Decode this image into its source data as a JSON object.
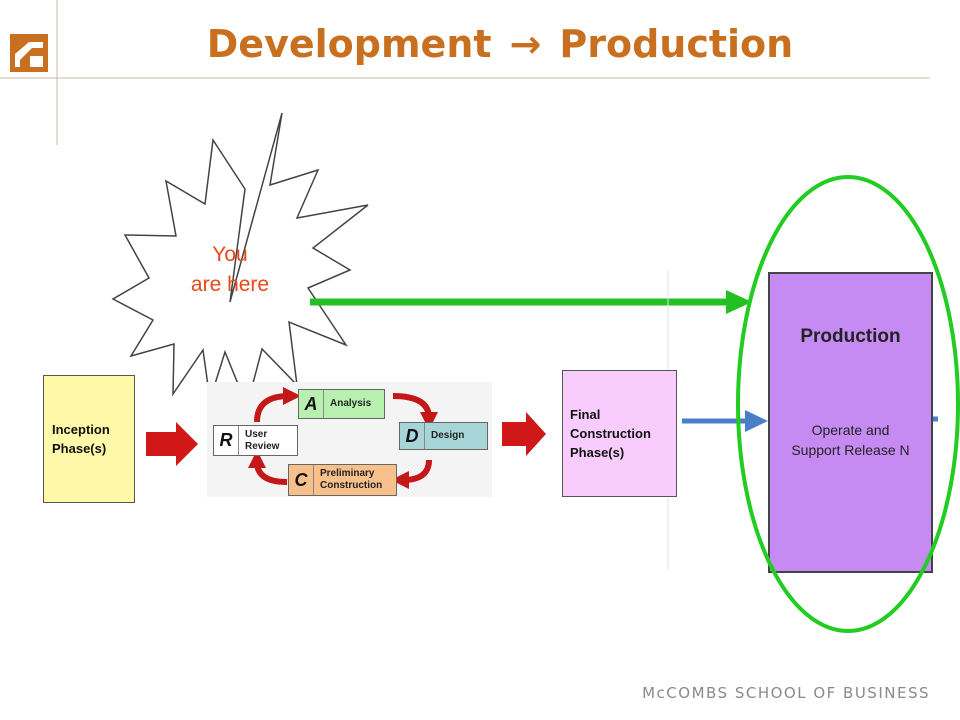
{
  "header": {
    "title_left": "Development",
    "title_arrow": "→",
    "title_right": "Production"
  },
  "phases": {
    "inception": {
      "line1": "Inception",
      "line2": "Phase(s)"
    },
    "cycle": {
      "analysis": {
        "letter": "A",
        "label": "Analysis"
      },
      "design": {
        "letter": "D",
        "label": "Design"
      },
      "construction": {
        "letter": "C",
        "line1": "Preliminary",
        "line2": "Construction"
      },
      "review": {
        "letter": "R",
        "line1": "User",
        "line2": "Review"
      }
    },
    "final": {
      "line1": "Final",
      "line2": "Construction",
      "line3": "Phase(s)"
    },
    "production": {
      "title": "Production",
      "line1": "Operate and",
      "line2": "Support Release N"
    }
  },
  "callout": {
    "line1": "You",
    "line2": "are here"
  },
  "footer": {
    "text": "McCOMBS SCHOOL OF BUSINESS"
  },
  "colors": {
    "title": "#c8701f",
    "callout_text": "#e8481c",
    "green_arrow": "#22c022",
    "green_ellipse": "#22cc22",
    "red_arrow": "#d01818",
    "blue_arrow": "#4a7fc8",
    "inception_fill": "#fdf9a8",
    "final_fill": "#f8ccfc",
    "production_fill": "#c58bf3"
  },
  "icons": {
    "logo": "mccombs-logo-icon"
  }
}
